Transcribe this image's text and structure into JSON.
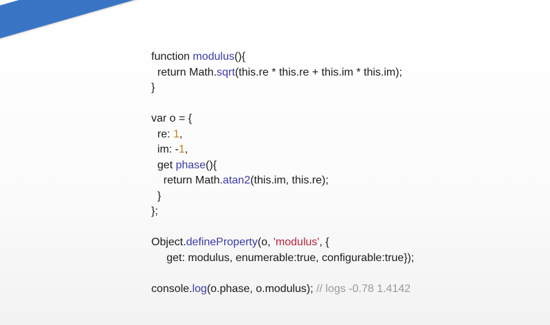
{
  "banner": {
    "title": "get/set方法与this",
    "color": "#3a74c4"
  },
  "code": {
    "colors": {
      "text": "#1a1a1a",
      "function_name": "#3b3ba8",
      "number": "#c08020",
      "string": "#b8223a",
      "comment": "#9a9a9a"
    },
    "lines": [
      {
        "indent": "",
        "parts": [
          {
            "t": "function "
          },
          {
            "t": "modulus",
            "k": "fn"
          },
          {
            "t": "(){"
          }
        ]
      },
      {
        "indent": "  ",
        "parts": [
          {
            "t": "return Math."
          },
          {
            "t": "sqrt",
            "k": "fn"
          },
          {
            "t": "(this.re * this.re + this.im * this.im);"
          }
        ]
      },
      {
        "indent": "",
        "parts": [
          {
            "t": "}"
          }
        ]
      },
      {
        "blank": true
      },
      {
        "indent": "",
        "parts": [
          {
            "t": "var o = {"
          }
        ]
      },
      {
        "indent": "  ",
        "parts": [
          {
            "t": "re: "
          },
          {
            "t": "1",
            "k": "num"
          },
          {
            "t": ","
          }
        ]
      },
      {
        "indent": "  ",
        "parts": [
          {
            "t": "im: -"
          },
          {
            "t": "1",
            "k": "num"
          },
          {
            "t": ","
          }
        ]
      },
      {
        "indent": "  ",
        "parts": [
          {
            "t": "get "
          },
          {
            "t": "phase",
            "k": "fn"
          },
          {
            "t": "(){"
          }
        ]
      },
      {
        "indent": "    ",
        "parts": [
          {
            "t": "return Math."
          },
          {
            "t": "atan2",
            "k": "fn"
          },
          {
            "t": "(this.im, this.re);"
          }
        ]
      },
      {
        "indent": "  ",
        "parts": [
          {
            "t": "}"
          }
        ]
      },
      {
        "indent": "",
        "parts": [
          {
            "t": "};"
          }
        ]
      },
      {
        "blank": true
      },
      {
        "indent": "",
        "parts": [
          {
            "t": "Object."
          },
          {
            "t": "defineProperty",
            "k": "fn"
          },
          {
            "t": "(o, "
          },
          {
            "t": "'modulus'",
            "k": "str"
          },
          {
            "t": ", {"
          }
        ]
      },
      {
        "indent": "     ",
        "parts": [
          {
            "t": "get: modulus, enumerable:true, configurable:true});"
          }
        ]
      },
      {
        "blank": true
      },
      {
        "indent": "",
        "parts": [
          {
            "t": "console."
          },
          {
            "t": "log",
            "k": "fn"
          },
          {
            "t": "(o.phase, o.modulus); "
          },
          {
            "t": "// logs -0.78 1.4142",
            "k": "cmt"
          }
        ]
      }
    ]
  }
}
